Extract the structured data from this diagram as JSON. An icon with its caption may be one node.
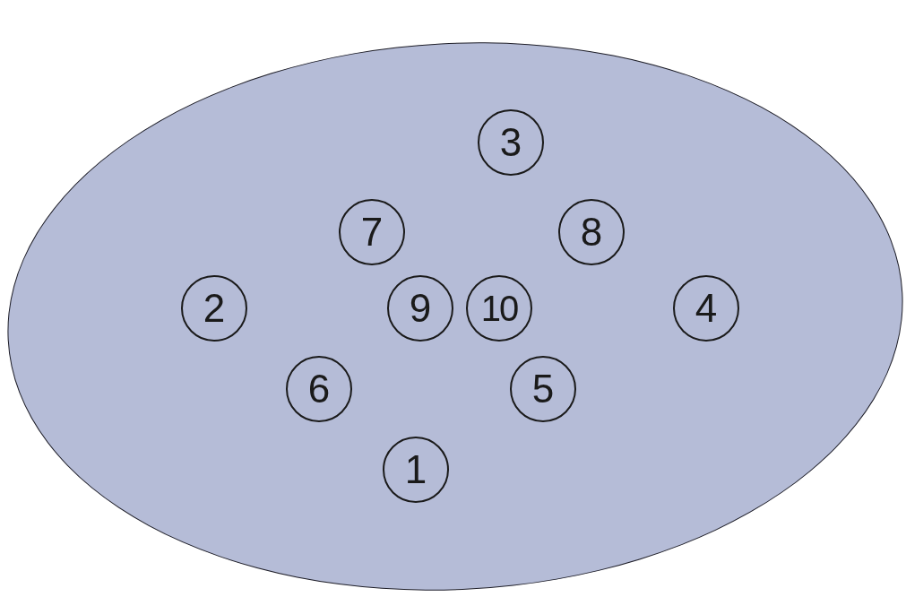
{
  "diagram": {
    "nodes": [
      {
        "text": [],
        "shape": "ellipse"
      },
      {
        "text": [
          "3"
        ],
        "in": 0
      },
      {
        "text": [
          "7"
        ],
        "in": 0
      },
      {
        "text": [
          "8"
        ],
        "in": 0
      },
      {
        "text": [
          "2"
        ],
        "in": 0
      },
      {
        "text": [
          "9"
        ],
        "in": 0
      },
      {
        "text": [
          "10"
        ],
        "in": 0
      },
      {
        "text": [
          "4"
        ],
        "in": 0
      },
      {
        "text": [
          "6"
        ],
        "in": 0
      },
      {
        "text": [
          "5"
        ],
        "in": 0
      },
      {
        "text": [
          "1"
        ],
        "in": 0
      }
    ]
  }
}
